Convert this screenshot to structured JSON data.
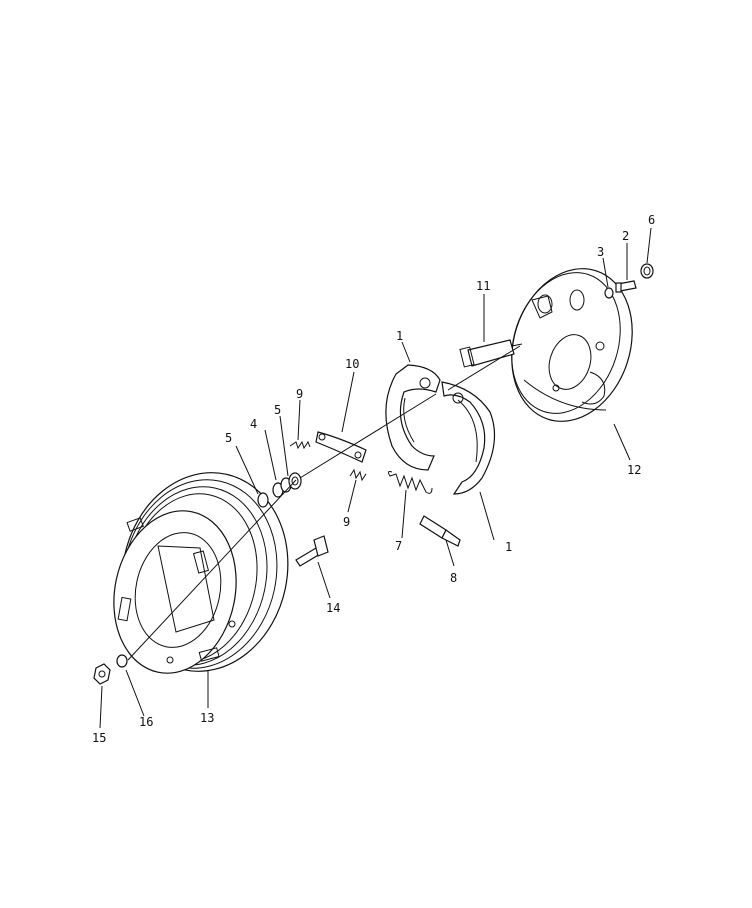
{
  "diagram": {
    "part_labels": [
      {
        "id": "label-1-upper",
        "text": "1"
      },
      {
        "id": "label-1-lower",
        "text": "1"
      },
      {
        "id": "label-2",
        "text": "2"
      },
      {
        "id": "label-3",
        "text": "3"
      },
      {
        "id": "label-4",
        "text": "4"
      },
      {
        "id": "label-5-left",
        "text": "5"
      },
      {
        "id": "label-5-right",
        "text": "5"
      },
      {
        "id": "label-6",
        "text": "6"
      },
      {
        "id": "label-7",
        "text": "7"
      },
      {
        "id": "label-8",
        "text": "8"
      },
      {
        "id": "label-9-upper",
        "text": "9"
      },
      {
        "id": "label-9-lower",
        "text": "9"
      },
      {
        "id": "label-10",
        "text": "10"
      },
      {
        "id": "label-11",
        "text": "11"
      },
      {
        "id": "label-12",
        "text": "12"
      },
      {
        "id": "label-13",
        "text": "13"
      },
      {
        "id": "label-14",
        "text": "14"
      },
      {
        "id": "label-15",
        "text": "15"
      },
      {
        "id": "label-16",
        "text": "16"
      }
    ]
  }
}
